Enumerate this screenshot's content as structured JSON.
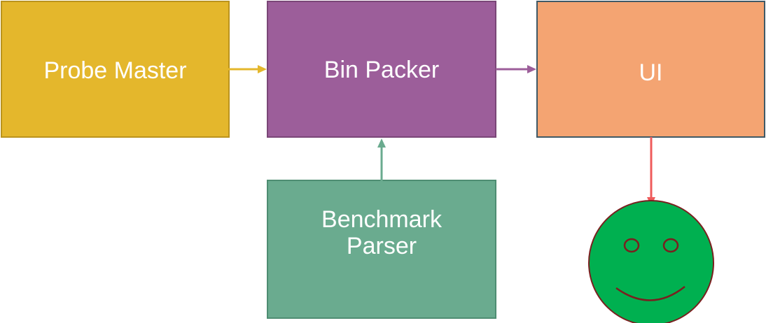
{
  "nodes": {
    "probe_master": {
      "label": "Probe Master"
    },
    "bin_packer": {
      "label": "Bin Packer"
    },
    "ui": {
      "label": "UI"
    },
    "benchmark_parser": {
      "line1": "Benchmark",
      "line2": "Parser"
    }
  },
  "colors": {
    "probe_master": "#e4b72c",
    "bin_packer": "#9c5e9a",
    "ui": "#f4a472",
    "benchmark_parser": "#6aab8f",
    "smiley_face": "#00b050",
    "arrow_probe_to_bin": "#e4b72c",
    "arrow_bin_to_ui": "#9c5e9a",
    "arrow_benchmark_to_bin": "#6aab8f",
    "arrow_ui_to_smiley": "#ef5b5b"
  },
  "edges": [
    {
      "from": "Probe Master",
      "to": "Bin Packer"
    },
    {
      "from": "Bin Packer",
      "to": "UI"
    },
    {
      "from": "Benchmark Parser",
      "to": "Bin Packer"
    },
    {
      "from": "UI",
      "to": "smiley-face"
    }
  ]
}
